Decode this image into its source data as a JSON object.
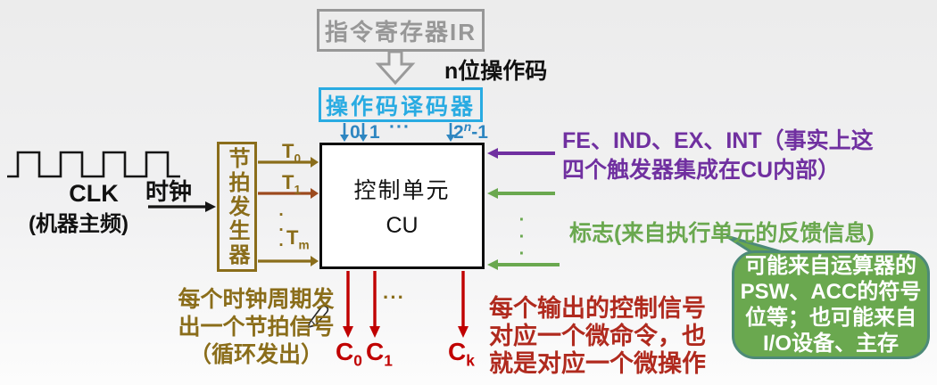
{
  "colors": {
    "background_top": "#ececec",
    "background_bottom": "#fcfcfc",
    "gray": "#979797",
    "cyan": "#29abe2",
    "blue": "#2e86c1",
    "olive": "#8a6d1a",
    "brown": "#9c4a1e",
    "purple": "#7030a0",
    "green": "#6aa84f",
    "green_dark": "#4d8a78",
    "dark_red": "#c00000",
    "red_text": "#b02a1e"
  },
  "ir": {
    "label": "指令寄存器IR"
  },
  "opcode_note": "n位操作码",
  "decoder": {
    "label": "操作码译码器",
    "out0": "0",
    "out1": "1",
    "dots": "···",
    "outn_base": "2",
    "outn_sup": "n",
    "outn_tail": "-1"
  },
  "cu": {
    "name": "控制单元",
    "abbr": "CU"
  },
  "clock": {
    "waveform_label": "CLK",
    "waveform_sublabel": "(机器主频)",
    "signal_label": "时钟"
  },
  "timing_generator": {
    "label": "节拍发生器"
  },
  "timing_outputs": {
    "t0_base": "T",
    "t0_sub": "0",
    "t1_base": "T",
    "t1_sub": "1",
    "dots": "···",
    "tm_base": "T",
    "tm_sub": "m"
  },
  "flipflop_note": {
    "line1": "FE、IND、EX、INT（事实上这",
    "line2": "四个触发器集成在CU内部）"
  },
  "flags_note": {
    "dots": "···",
    "label": "标志(来自执行单元的反馈信息)"
  },
  "bubble": {
    "line1": "可能来自运算器的",
    "line2": "PSW、ACC的符号",
    "line3": "位等；也可能来自",
    "line4": "I/O设备、主存"
  },
  "control_outputs": {
    "dots": "···",
    "c0_base": "C",
    "c0_sub": "0",
    "c1_base": "C",
    "c1_sub": "1",
    "ck_base": "C",
    "ck_sub": "k"
  },
  "clock_note": {
    "line1": "每个时钟周期发",
    "line2": "出一个节拍信号",
    "line3": "（循环发出）"
  },
  "microop_note": {
    "line1": "每个输出的控制信号",
    "line2": "对应一个微命令，也",
    "line3": "就是对应一个微操作"
  }
}
